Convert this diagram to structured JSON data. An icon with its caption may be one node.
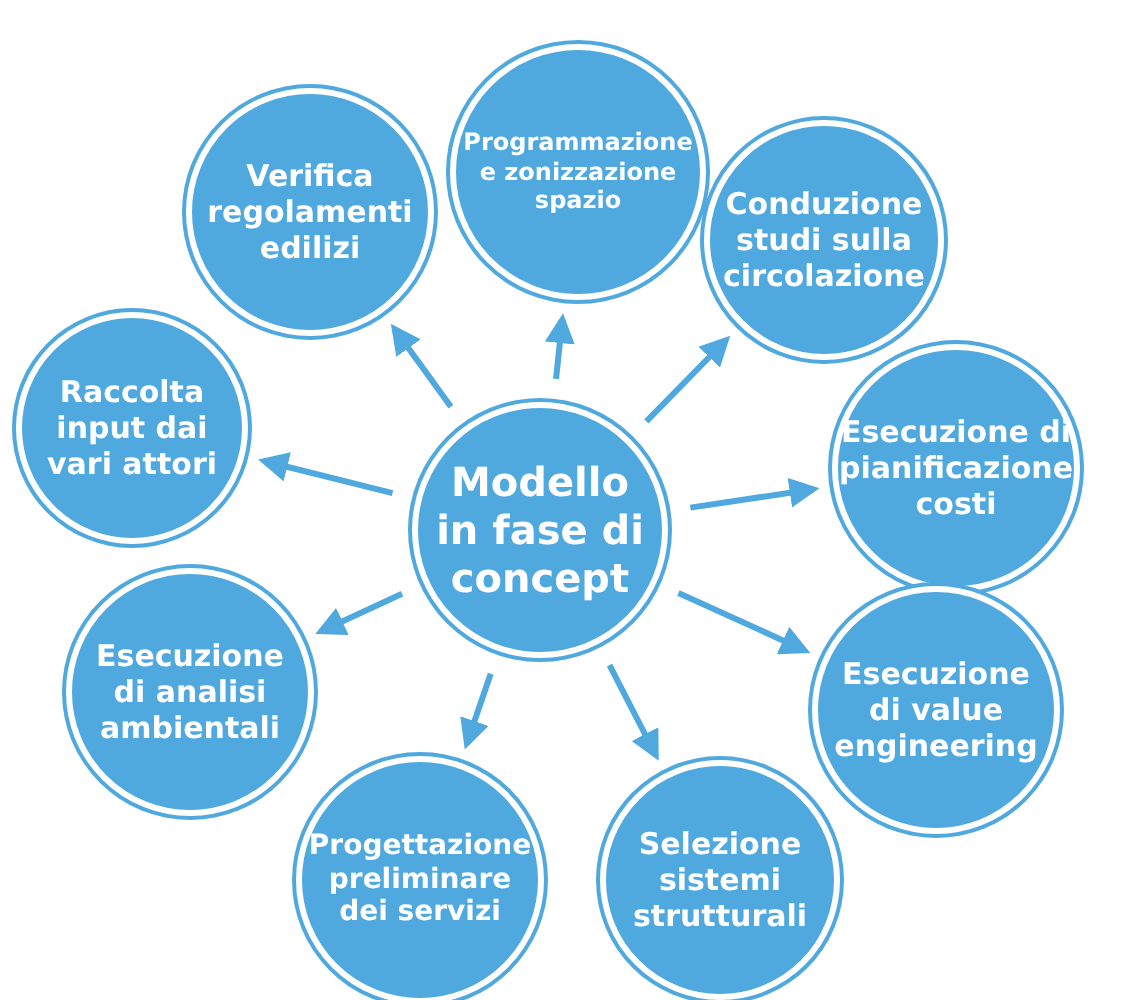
{
  "diagram": {
    "nodes": [
      {
        "text": [
          "Modello in fase di concept"
        ]
      },
      {
        "text": [
          "Programmazione e zonizzazione spazio"
        ]
      },
      {
        "text": [
          "Conduzione studi sulla circolazione"
        ]
      },
      {
        "text": [
          "Esecuzione di pianificazione costi"
        ]
      },
      {
        "text": [
          "Esecuzione di value engineering"
        ]
      },
      {
        "text": [
          "Selezione sistemi strutturali"
        ]
      },
      {
        "text": [
          "Progettazione preliminare dei servizi"
        ]
      },
      {
        "text": [
          "Esecuzione di analisi ambientali"
        ]
      },
      {
        "text": [
          "Raccolta input dai vari attori"
        ]
      },
      {
        "text": [
          "Verifica regolamenti edilizi"
        ]
      }
    ],
    "edges": [
      {
        "from": 0,
        "to": 1,
        "arrow": "to"
      },
      {
        "from": 0,
        "to": 2,
        "arrow": "to"
      },
      {
        "from": 0,
        "to": 3,
        "arrow": "to"
      },
      {
        "from": 0,
        "to": 4,
        "arrow": "to"
      },
      {
        "from": 0,
        "to": 5,
        "arrow": "to"
      },
      {
        "from": 0,
        "to": 6,
        "arrow": "to"
      },
      {
        "from": 0,
        "to": 7,
        "arrow": "to"
      },
      {
        "from": 0,
        "to": 8,
        "arrow": "to"
      },
      {
        "from": 0,
        "to": 9,
        "arrow": "to"
      }
    ]
  }
}
